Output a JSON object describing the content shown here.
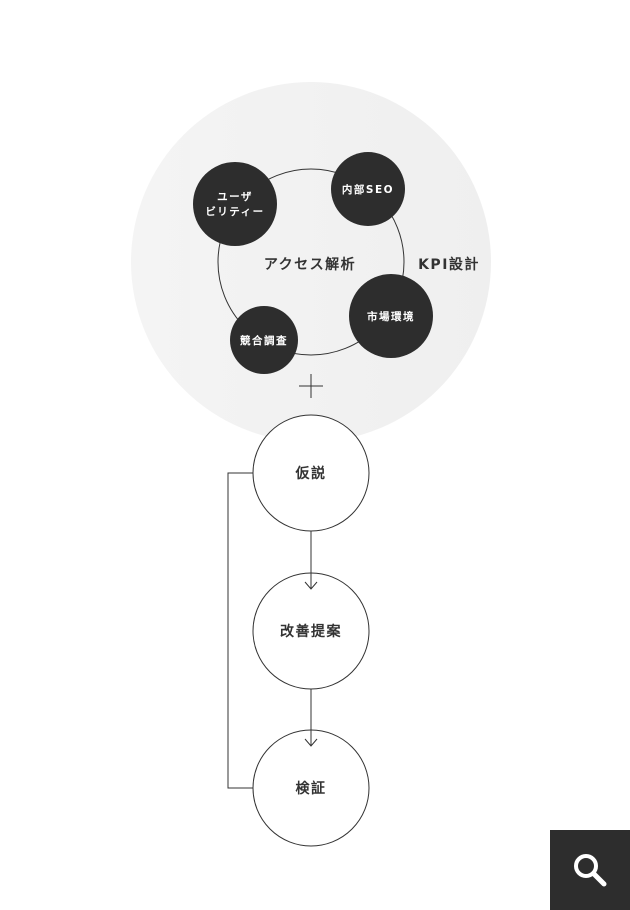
{
  "analysis": {
    "center_label": "アクセス解析",
    "side_label": "KPI設計",
    "nodes": {
      "usability": [
        "ユーザ",
        "ビリティー"
      ],
      "internal_seo": "内部SEO",
      "market_env": "市場環境",
      "competitor": "競合調査"
    }
  },
  "cycle": {
    "steps": [
      "仮説",
      "改善提案",
      "検証"
    ]
  },
  "search_button": {
    "icon": "search-icon"
  },
  "colors": {
    "dark_node": "#2d2d2d",
    "halo": "#f2f2f2",
    "line": "#333333"
  }
}
